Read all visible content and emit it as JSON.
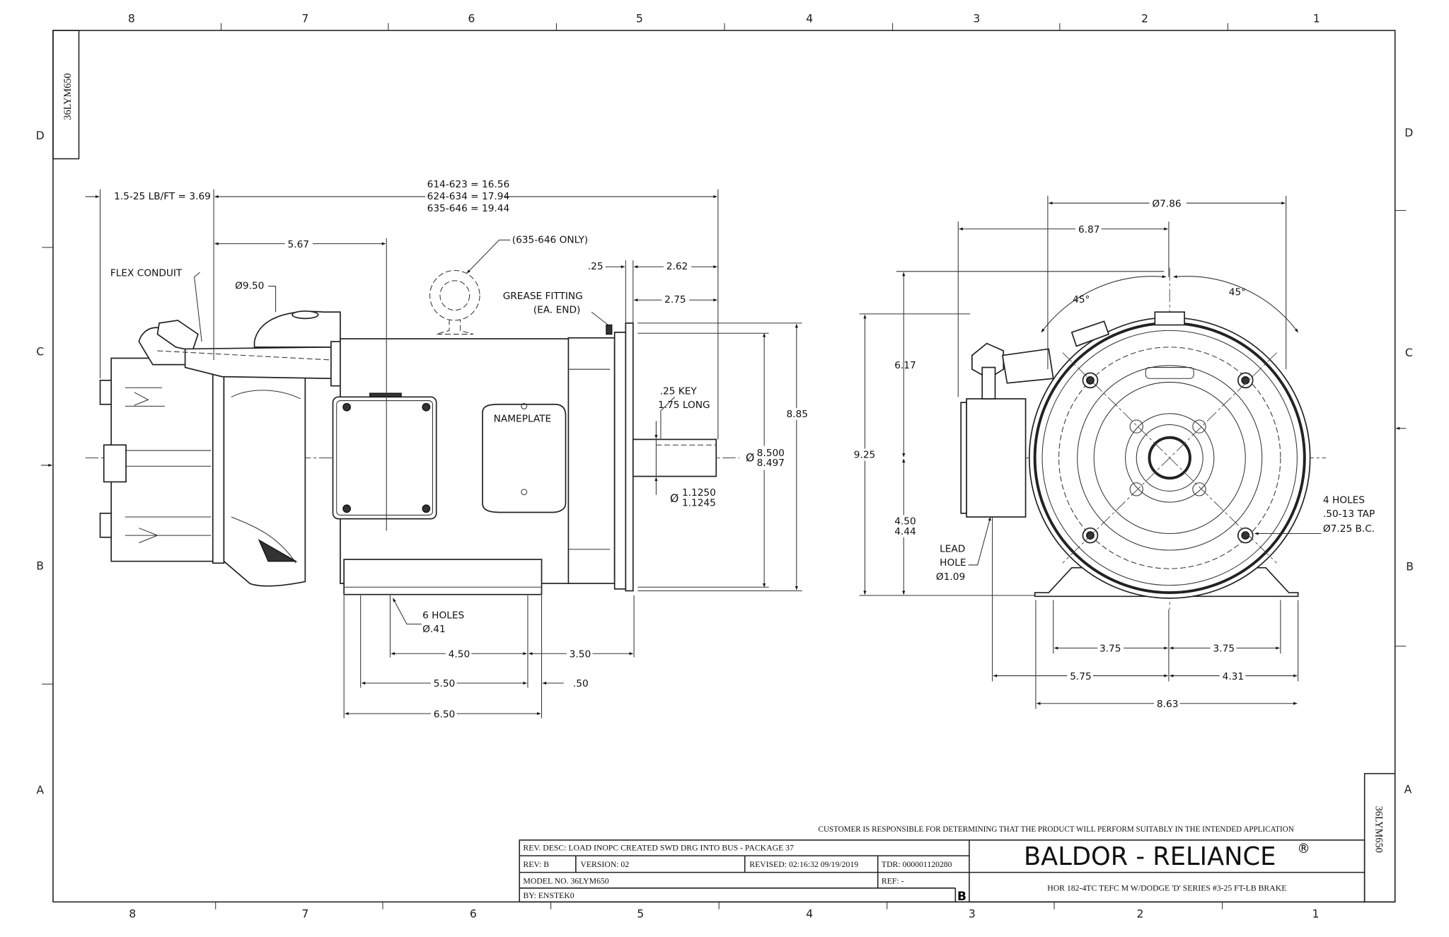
{
  "sheet": {
    "drawing_number": "36LYM650",
    "zones_columns": [
      "8",
      "7",
      "6",
      "5",
      "4",
      "3",
      "2",
      "1"
    ],
    "zones_rows": [
      "D",
      "C",
      "B",
      "A"
    ]
  },
  "side_view": {
    "overall_brake": "1.5-25 LB/FT = 3.69",
    "overall_lengths": [
      "614-623 = 16.56",
      "624-634 = 17.94",
      "635-646 = 19.44"
    ],
    "dim_5_67": "5.67",
    "lifting_eye_note": "(635-646 ONLY)",
    "flex_conduit": "FLEX CONDUIT",
    "dia_9_50": "Ø9.50",
    "dim_0_25": ".25",
    "dim_2_62": "2.62",
    "dim_2_75": "2.75",
    "grease_fitting": [
      "GREASE FITTING",
      "(EA. END)"
    ],
    "key_note": [
      ".25 KEY",
      "1.75 LONG"
    ],
    "nameplate": "NAMEPLATE",
    "dim_8_85": "8.85",
    "pilot_dia": [
      "Ø",
      "8.500",
      "8.497"
    ],
    "shaft_dia": [
      "Ø",
      "1.1250",
      "1.1245"
    ],
    "mount_holes": [
      "6 HOLES",
      "Ø.41"
    ],
    "dim_4_50": "4.50",
    "dim_3_50": "3.50",
    "dim_5_50": "5.50",
    "dim_0_50": ".50",
    "dim_6_50": "6.50"
  },
  "end_view": {
    "dia_7_86": "Ø7.86",
    "dim_6_87": "6.87",
    "angle_left": "45°",
    "angle_right": "45°",
    "dim_6_17": "6.17",
    "dim_9_25": "9.25",
    "shaft_height": [
      "4.50",
      "4.44"
    ],
    "lead_hole": [
      "LEAD",
      "HOLE",
      "Ø1.09"
    ],
    "tap_holes": [
      "4 HOLES",
      ".50-13 TAP",
      "Ø7.25 B.C."
    ],
    "dim_3_75_left": "3.75",
    "dim_3_75_right": "3.75",
    "dim_5_75": "5.75",
    "dim_4_31": "4.31",
    "dim_8_63": "8.63"
  },
  "title_block": {
    "disclaimer": "CUSTOMER IS RESPONSIBLE FOR DETERMINING THAT THE PRODUCT WILL PERFORM SUITABLY IN THE INTENDED APPLICATION",
    "rev_desc": "REV. DESC: LOAD INOPC CREATED SWD DRG INTO BUS - PACKAGE 37",
    "rev": "REV:  B",
    "version": "VERSION:  02",
    "revised": "REVISED:  02:16:32 09/19/2019",
    "tdr": "TDR: 000001120280",
    "model_no": "MODEL NO.  36LYM650",
    "ref": "REF:  -",
    "by": "BY: ENSTEK0",
    "rev_letter": "B",
    "brand": "BALDOR - RELIANCE",
    "brand_mark": "®",
    "description": "HOR 182-4TC TEFC M W/DODGE 'D' SERIES #3-25 FT-LB BRAKE"
  }
}
